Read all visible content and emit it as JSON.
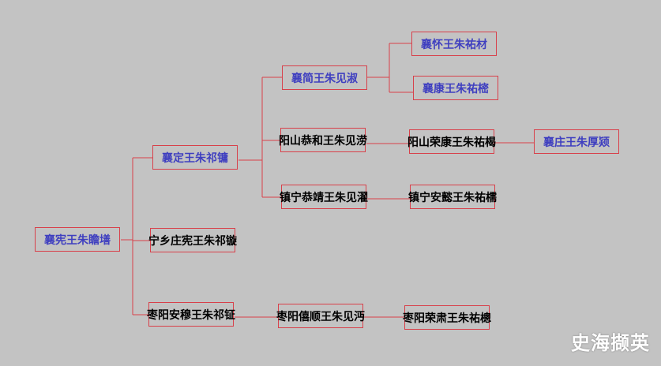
{
  "colors": {
    "background": "#c3c3c3",
    "line": "#d8404a",
    "blue_text": "#3f3fc0",
    "black_text": "#000000"
  },
  "nodes": {
    "root": "襄宪王朱瞻墡",
    "xiangding": "襄定王朱祁镛",
    "ningxiang": "宁乡庄宪王朱祁镟",
    "zaoyang_anmu": "枣阳安穆王朱祁钲",
    "xiangjian": "襄简王朱见淑",
    "yangshan_gonghe": "阳山恭和王朱见涝",
    "zhenning_gongjing": "镇宁恭靖王朱见濯",
    "zaoyang_xishun": "枣阳僖顺王朱见沔",
    "xianghuai": "襄怀王朱祐材",
    "xiangkang": "襄康王朱祐樒",
    "yangshan_rongkang": "阳山荣康王朱祐楬",
    "zhenning_anyi": "镇宁安懿王朱祐檽",
    "zaoyang_rongsu": "枣阳荣肃王朱祐樬",
    "xiangzhuang": "襄庄王朱厚颎"
  },
  "watermark": "史海撷英"
}
